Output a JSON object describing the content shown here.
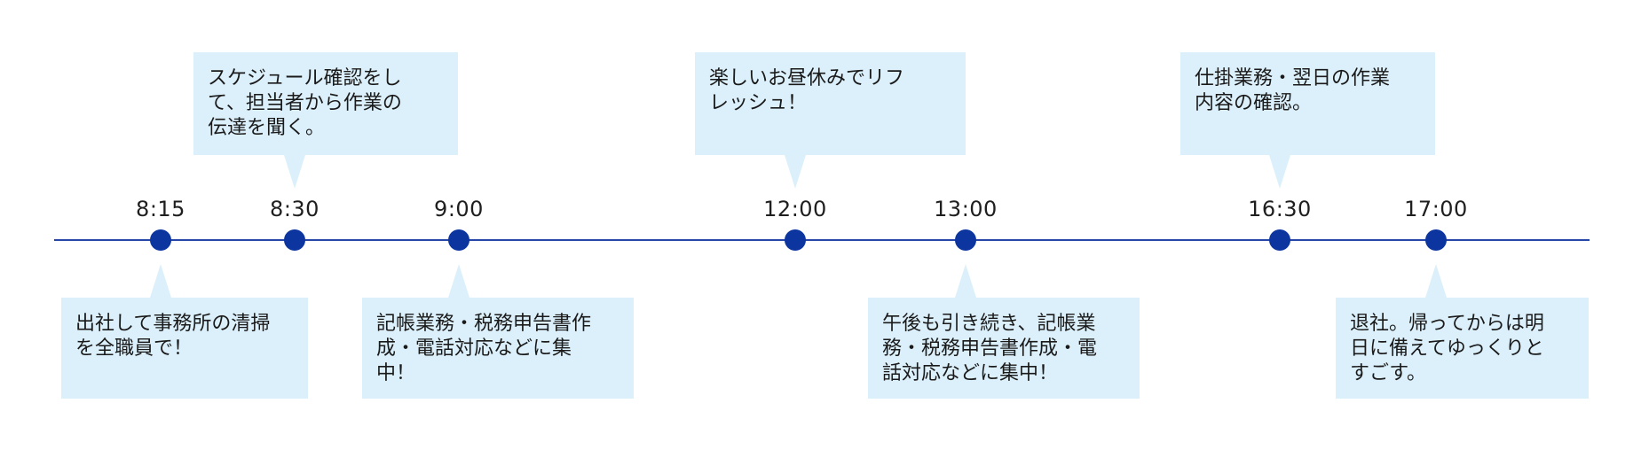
{
  "accent_color": "#0d35a0",
  "callout_color": "#dcf0fb",
  "events": [
    {
      "time": "8:15",
      "text": "出社して事務所の清掃\nを全職員で！"
    },
    {
      "time": "8:30",
      "text": "スケジュール確認をし\nて、担当者から作業の\n伝達を聞く。"
    },
    {
      "time": "9:00",
      "text": "記帳業務・税務申告書作\n成・電話対応などに集\n中！"
    },
    {
      "time": "12:00",
      "text": "楽しいお昼休みでリフ\nレッシュ！"
    },
    {
      "time": "13:00",
      "text": "午後も引き続き、記帳業\n務・税務申告書作成・電\n話対応などに集中！"
    },
    {
      "time": "16:30",
      "text": "仕掛業務・翌日の作業\n内容の確認。"
    },
    {
      "time": "17:00",
      "text": "退社。帰ってからは明\n日に備えてゆっくりと\nすごす。"
    }
  ]
}
